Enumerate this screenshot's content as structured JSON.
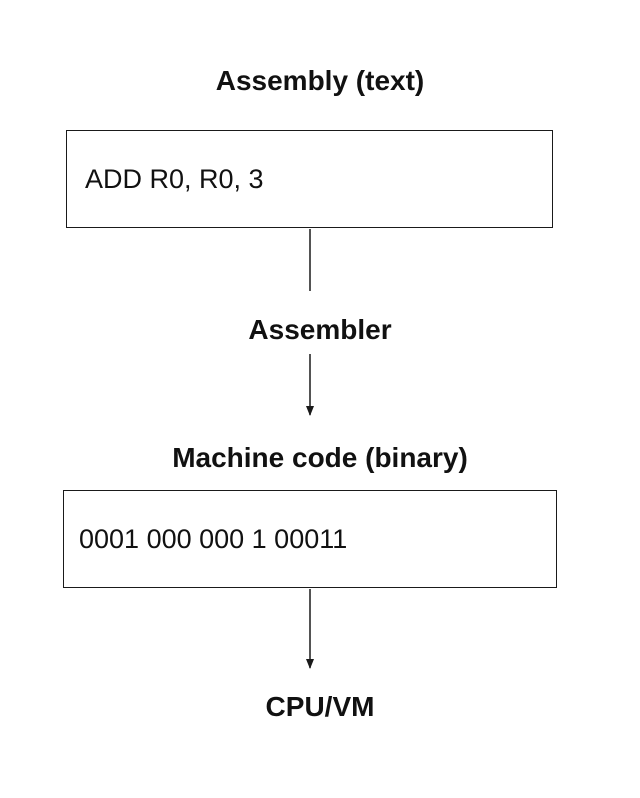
{
  "diagram": {
    "assembly_heading": "Assembly (text)",
    "assembly_code": "ADD R0, R0, 3",
    "assembler_label": "Assembler",
    "machine_heading": "Machine code (binary)",
    "machine_code": "0001 000 000 1 00011",
    "target_label": "CPU/VM"
  },
  "colors": {
    "stroke": "#1a1a1a",
    "text": "#111111",
    "background": "#ffffff"
  }
}
